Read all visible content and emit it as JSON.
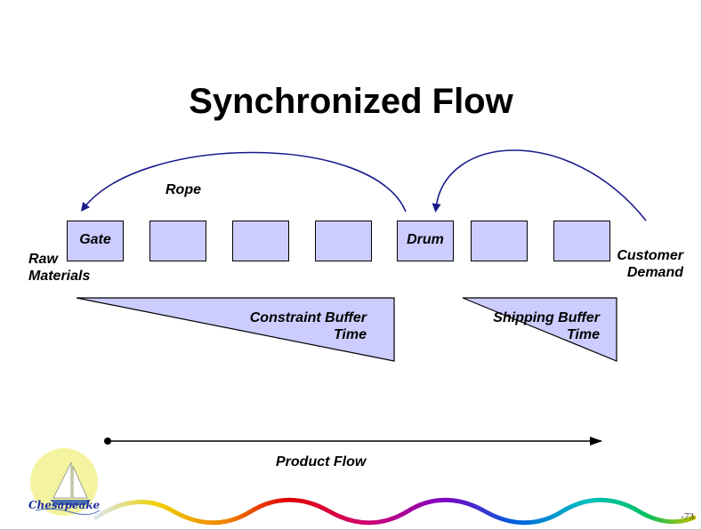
{
  "slide": {
    "title": "Synchronized Flow",
    "page_number": "-73",
    "logo_text": "Chesapeake"
  },
  "boxes": [
    {
      "label": "Gate"
    },
    {
      "label": ""
    },
    {
      "label": ""
    },
    {
      "label": ""
    },
    {
      "label": "Drum"
    },
    {
      "label": ""
    },
    {
      "label": ""
    }
  ],
  "labels": {
    "rope": "Rope",
    "raw_materials_line1": "Raw",
    "raw_materials_line2": "Materials",
    "customer_demand_line1": "Customer",
    "customer_demand_line2": "Demand",
    "constraint_buffer_line1": "Constraint Buffer",
    "constraint_buffer_line2": "Time",
    "shipping_buffer_line1": "Shipping Buffer",
    "shipping_buffer_line2": "Time",
    "product_flow": "Product Flow"
  },
  "colors": {
    "box_fill": "#ccccff",
    "buffer_fill": "#ccccff",
    "rope_color": "#1a1a8c",
    "logo_sun": "#f4f4a0"
  },
  "icons": {
    "logo": "sailboat-logo-icon",
    "wave": "rainbow-wave-icon"
  }
}
